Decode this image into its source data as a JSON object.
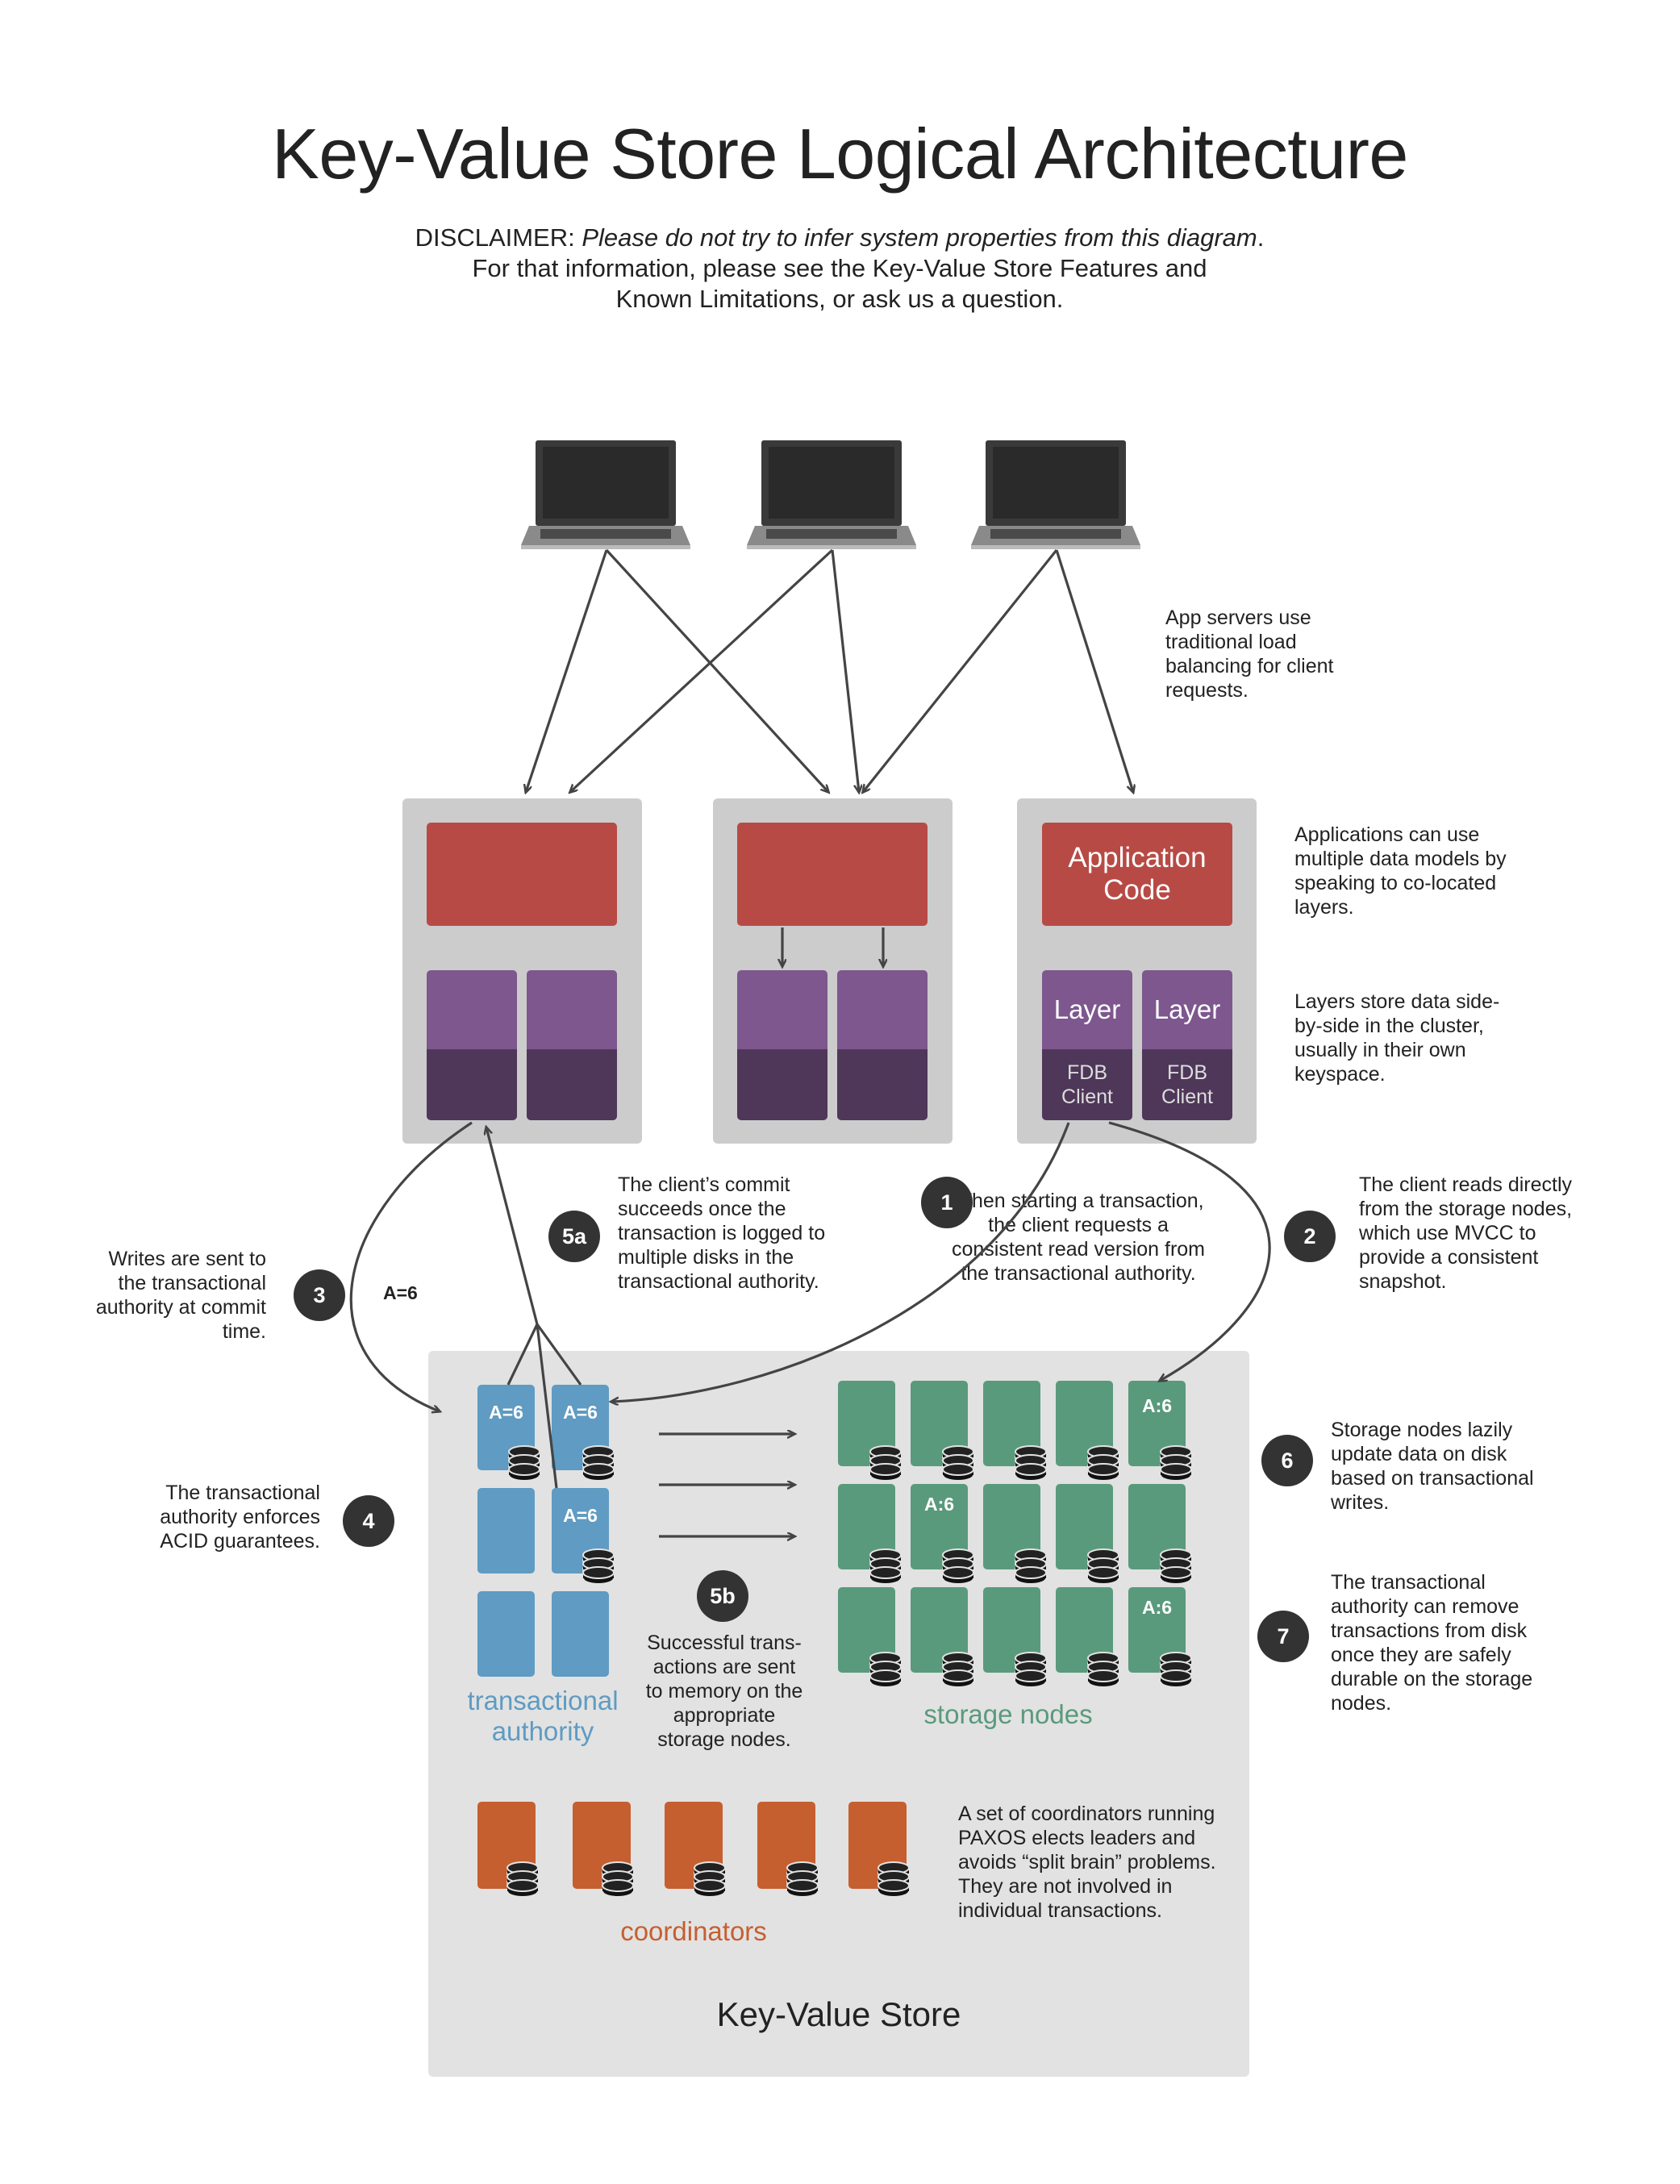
{
  "title": "Key-Value Store Logical Architecture",
  "disclaimer": {
    "label": "DISCLAIMER: ",
    "italic": "Please do not try to infer system properties from this diagram",
    "period": ".",
    "line2": "For that information, please see the Key-Value Store Features and",
    "line3": "Known Limitations, or ask us a question."
  },
  "notes": {
    "app_servers": "App servers use traditional load balancing for client requests.",
    "applications": "Applications can use multiple data models by speaking to co-located layers.",
    "layers": "Layers store data side-by-side in the cluster, usually in their own keyspace.",
    "step1": "When starting a transaction, the client requests a consistent read version from the transactional authority.",
    "step2": "The client reads directly from the storage nodes, which use MVCC to provide a consistent snapshot.",
    "step3": "Writes are sent to the transactional authority at commit time.",
    "step4": "The transactional authority enforces ACID guarantees.",
    "step5a": "The client’s commit succeeds once the transaction is logged to multiple disks in the transactional authority.",
    "step5b": "Successful trans-actions are sent to memory on the appropriate storage nodes.",
    "step6": "Storage nodes lazily update data on disk based on transactional writes.",
    "step7": "The transactional authority can remove transactions from disk once they are safely durable on the storage nodes.",
    "coordinators": "A set of coordinators running PAXOS elects leaders and avoids “split brain” problems. They are not involved in individual transactions."
  },
  "badges": {
    "b1": "1",
    "b2": "2",
    "b3": "3",
    "b4": "4",
    "b5a": "5a",
    "b5b": "5b",
    "b6": "6",
    "b7": "7"
  },
  "server": {
    "app_code": "Application Code",
    "layer": "Layer",
    "fdb_client": "FDB Client"
  },
  "write_label": "A=6",
  "ta_labels": {
    "a": "A=6",
    "b": "A=6",
    "c": "A=6"
  },
  "sn_labels": {
    "a": "A:6",
    "b": "A:6",
    "c": "A:6"
  },
  "groups": {
    "transactional_authority": "transactional authority",
    "storage_nodes": "storage nodes",
    "coordinators": "coordinators",
    "kvs": "Key-Value Store"
  },
  "colors": {
    "app_code": "#b84a45",
    "layer": "#7d578e",
    "fdb_client": "#4f3759",
    "transactional_authority": "#5f9bc2",
    "storage_nodes": "#5a9a7c",
    "coordinators": "#c65f30"
  }
}
